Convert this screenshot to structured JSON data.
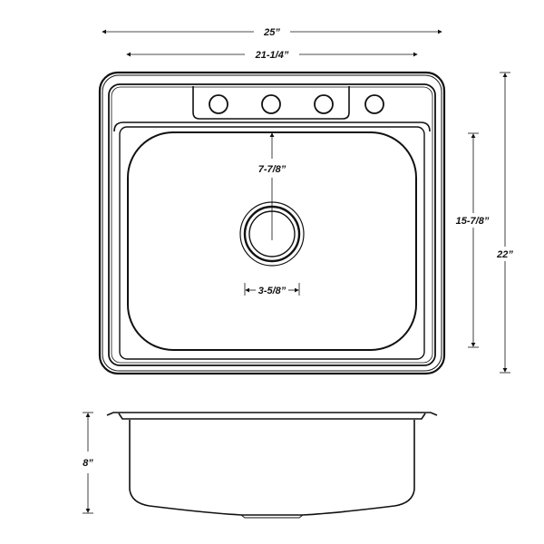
{
  "dimensions": {
    "overall_width": "25”",
    "basin_width": "21-1/4”",
    "drain_offset": "7-7/8”",
    "drain_diameter": "3-5/8”",
    "basin_length": "15-7/8”",
    "overall_length": "22”",
    "depth": "8”"
  },
  "faucet_holes": 4
}
